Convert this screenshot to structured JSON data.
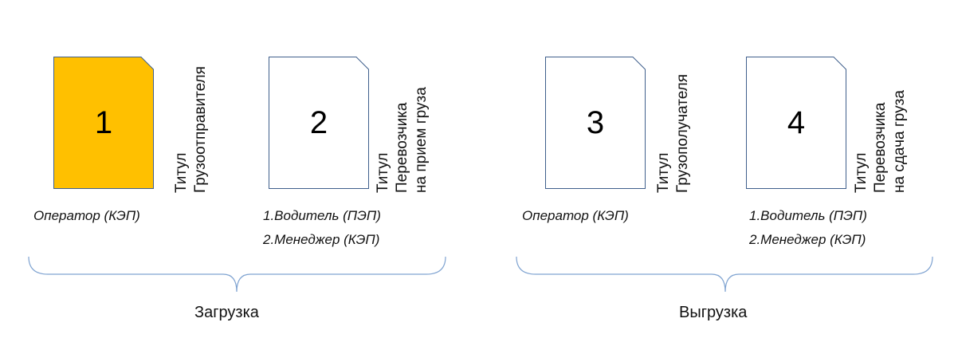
{
  "colors": {
    "accent_fill": "#FFC000",
    "doc_stroke": "#3F5F8C",
    "brace_stroke": "#7FA3D1"
  },
  "documents": [
    {
      "number": "1",
      "filled": true,
      "title_lines": [
        "Титул",
        "Грузоотправителя"
      ],
      "signers": [
        "Оператор (КЭП)"
      ]
    },
    {
      "number": "2",
      "filled": false,
      "title_lines": [
        "Титул",
        "Перевозчика",
        "на прием груза"
      ],
      "signers": [
        "1.Водитель (ПЭП)",
        "2.Менеджер (КЭП)"
      ]
    },
    {
      "number": "3",
      "filled": false,
      "title_lines": [
        "Титул",
        "Грузополучателя"
      ],
      "signers": [
        "Оператор (КЭП)"
      ]
    },
    {
      "number": "4",
      "filled": false,
      "title_lines": [
        "Титул",
        "Перевозчика",
        "на сдача груза"
      ],
      "signers": [
        "1.Водитель (ПЭП)",
        "2.Менеджер (КЭП)"
      ]
    }
  ],
  "groups": [
    {
      "label": "Загрузка"
    },
    {
      "label": "Выгрузка"
    }
  ]
}
